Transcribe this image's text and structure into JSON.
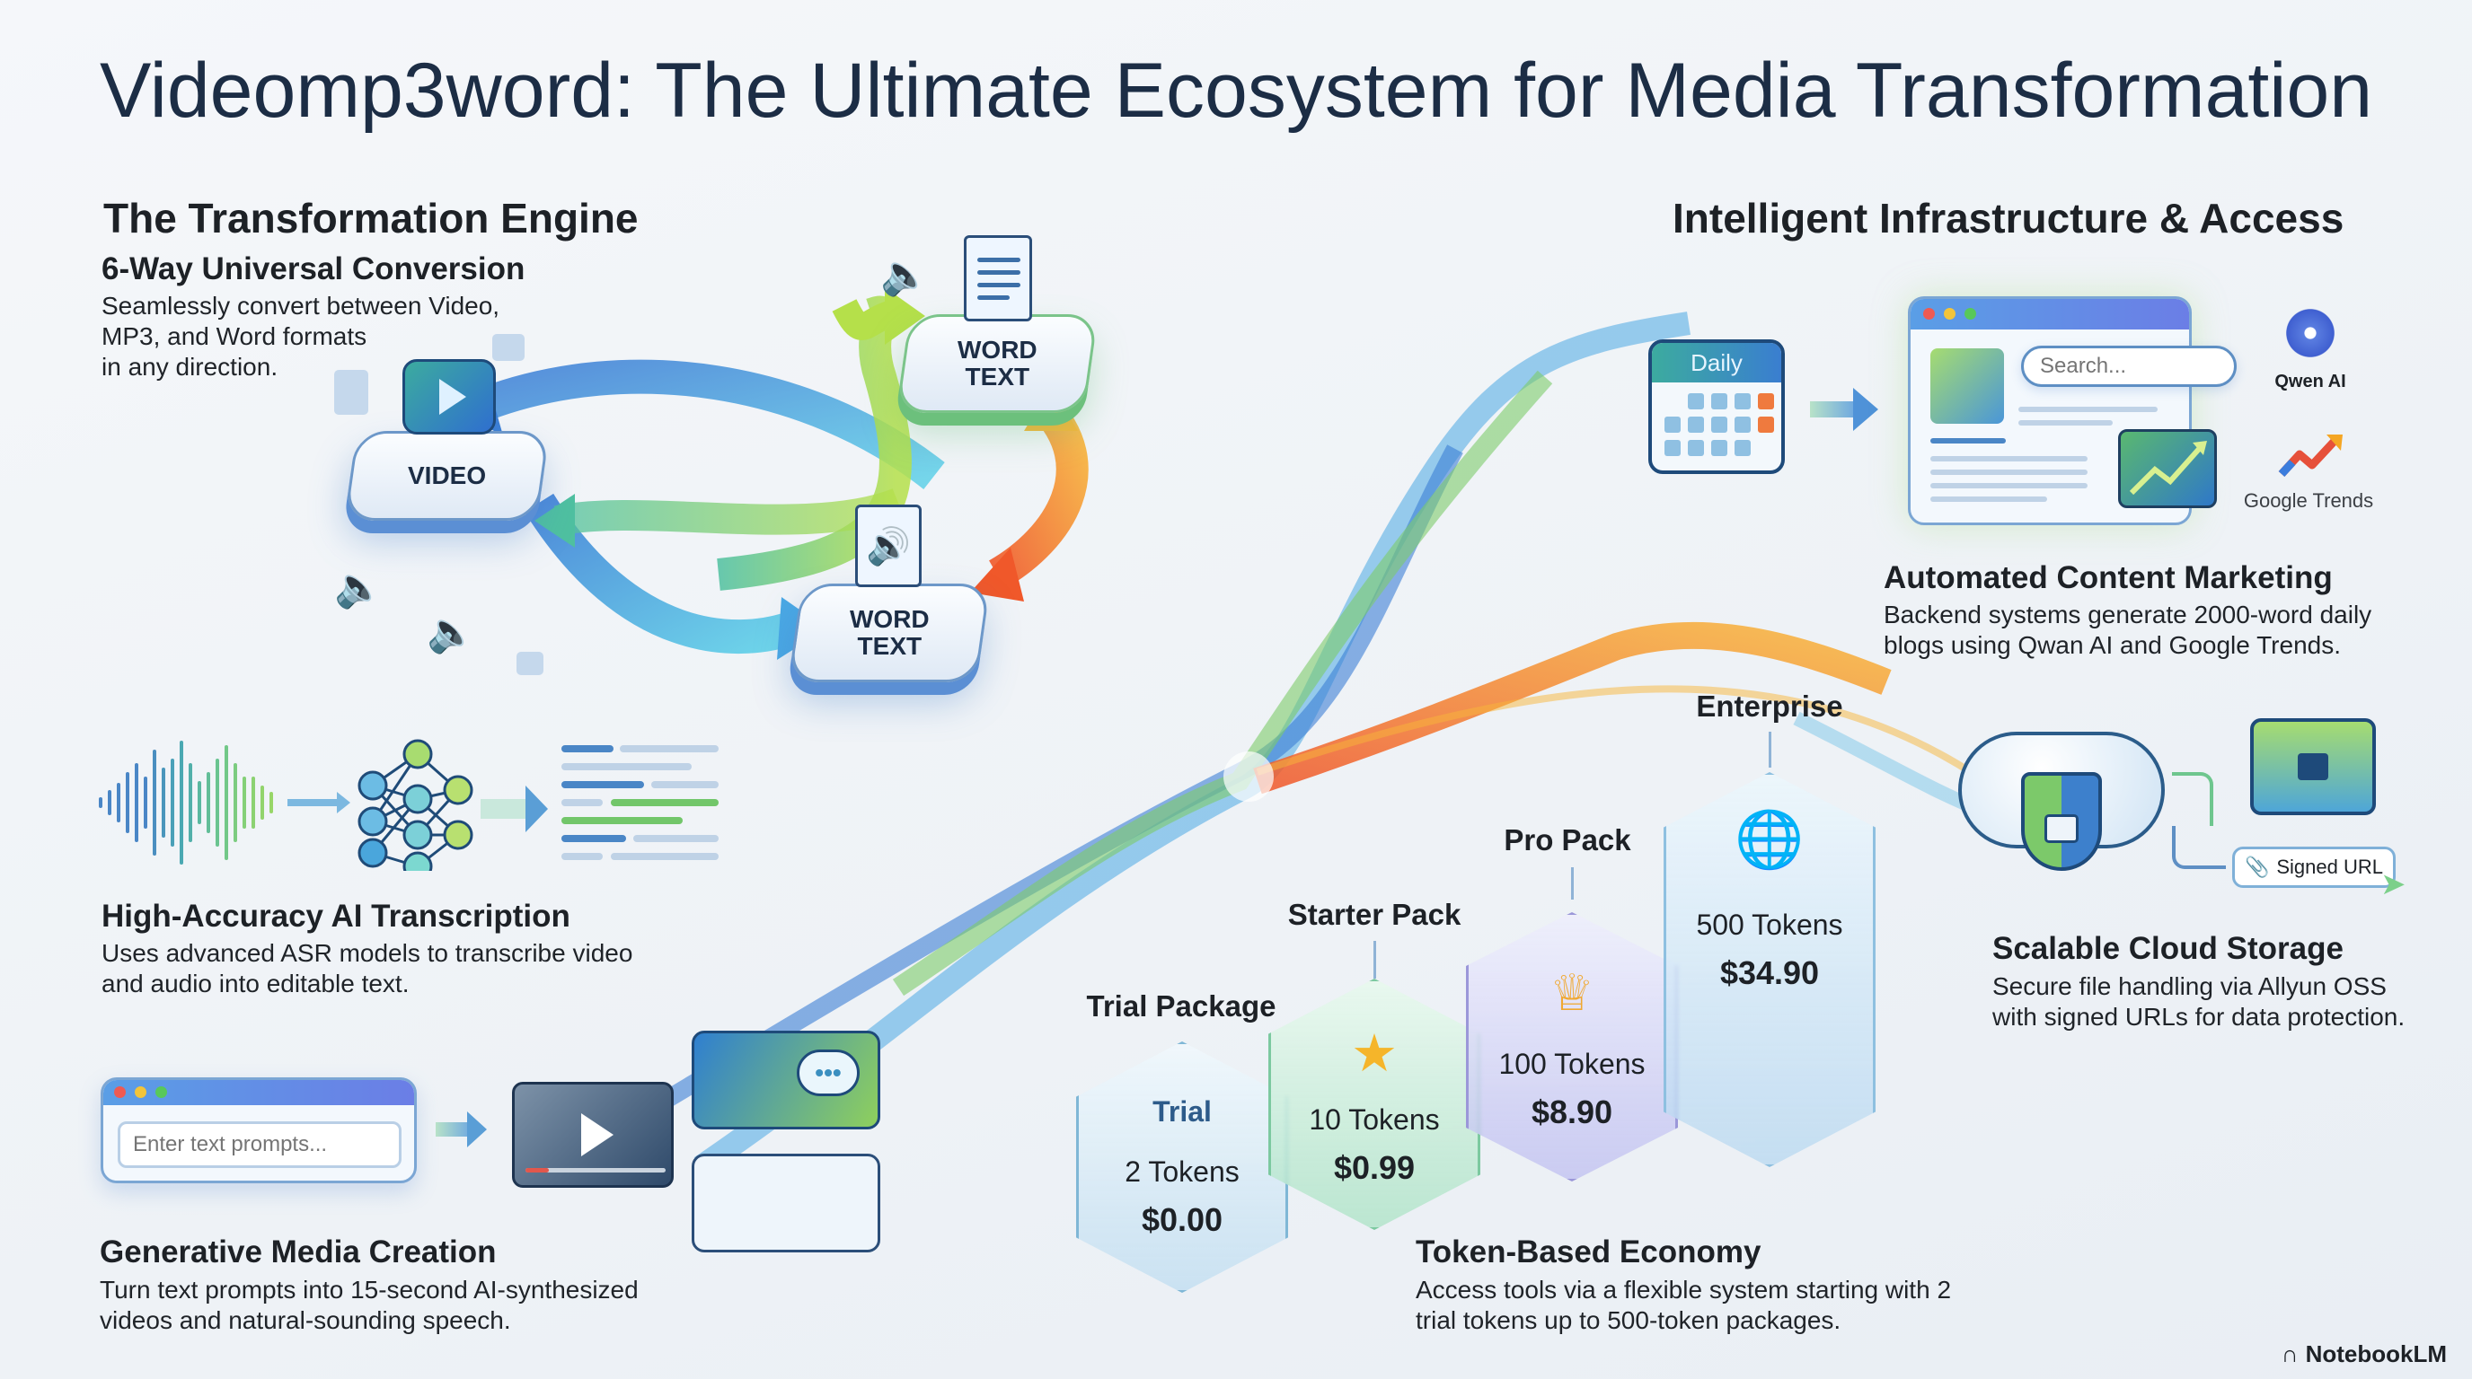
{
  "title": "Videomp3word: The Ultimate Ecosystem for Media Transformation",
  "left_section": {
    "heading": "The Transformation Engine",
    "conversion": {
      "title": "6-Way Universal Conversion",
      "desc_lines": [
        "Seamlessly convert between Video,",
        "MP3, and Word formats",
        "in any direction."
      ],
      "nodes": [
        {
          "label": "VIDEO",
          "icon": "play-icon"
        },
        {
          "label_line1": "WORD",
          "label_line2": "TEXT",
          "icon": "document-icon"
        },
        {
          "label_line1": "WORD",
          "label_line2": "TEXT",
          "icon": "audio-file-icon"
        }
      ]
    },
    "transcription": {
      "title": "High-Accuracy AI Transcription",
      "desc_lines": [
        "Uses advanced ASR models to transcribe video",
        "and audio into editable text."
      ]
    },
    "generative": {
      "title": "Generative Media Creation",
      "desc_lines": [
        "Turn text prompts into 15-second AI-synthesized",
        "videos and natural-sounding speech."
      ],
      "prompt_placeholder": "Enter text prompts..."
    }
  },
  "right_section": {
    "heading": "Intelligent Infrastructure & Access",
    "marketing": {
      "calendar_label": "Daily",
      "search_placeholder": "Search...",
      "logos": [
        {
          "name": "Qwen AI"
        },
        {
          "name": "Google Trends"
        }
      ],
      "title": "Automated Content Marketing",
      "desc_lines": [
        "Backend systems generate 2000-word daily",
        "blogs using Qwan AI and Google Trends."
      ]
    },
    "storage": {
      "signed_url_label": "Signed URL",
      "title": "Scalable Cloud Storage",
      "desc_lines": [
        "Secure file handling via Allyun OSS",
        "with signed URLs for data protection."
      ]
    }
  },
  "token_economy": {
    "packages": [
      {
        "name": "Trial Package",
        "badge": "Trial",
        "tokens": "2 Tokens",
        "price": "$0.00",
        "color": "#7fb7d6"
      },
      {
        "name": "Starter Pack",
        "icon": "star-icon",
        "tokens": "10 Tokens",
        "price": "$0.99",
        "color": "#7cc9a0"
      },
      {
        "name": "Pro Pack",
        "icon": "crown-icon",
        "tokens": "100 Tokens",
        "price": "$8.90",
        "color": "#9b97d9"
      },
      {
        "name": "Enterprise",
        "icon": "globe-icon",
        "tokens": "500 Tokens",
        "price": "$34.90",
        "color": "#8ec0e0"
      }
    ],
    "title": "Token-Based Economy",
    "desc_lines": [
      "Access tools via a flexible system starting with 2",
      "trial tokens up to 500-token packages."
    ]
  },
  "footer": {
    "brand": "NotebookLM"
  },
  "colors": {
    "title": "#1c2d45",
    "accent_blue": "#3f86d4",
    "accent_green": "#7dcc6a",
    "accent_orange": "#f07a2e"
  }
}
